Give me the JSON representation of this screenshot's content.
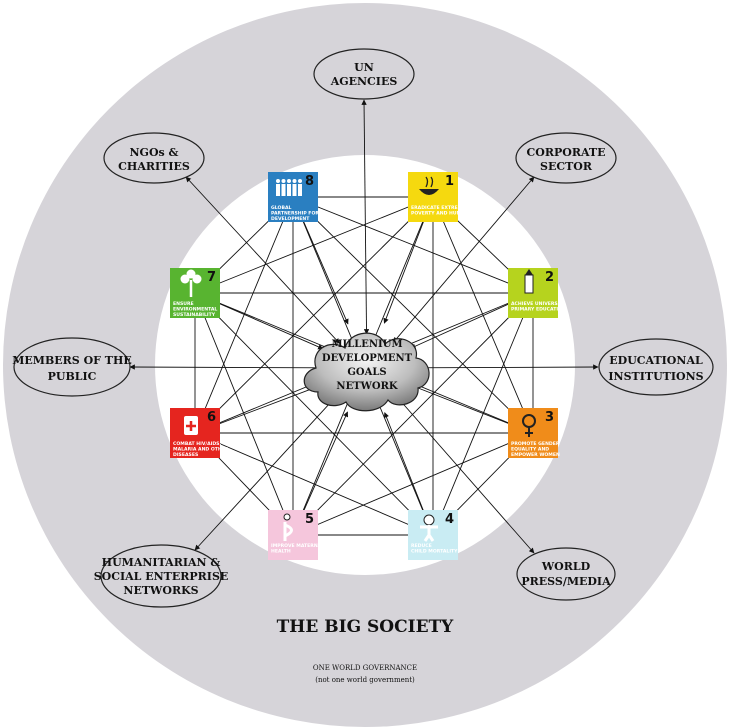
{
  "big_society": {
    "title": "THE BIG SOCIETY"
  },
  "governance": {
    "line1": "ONE WORLD GOVERNANCE",
    "line2": "(not one world government)"
  },
  "center": {
    "lines": [
      "MILLENIUM",
      "DEVELOPMENT",
      "GOALS",
      "NETWORK"
    ]
  },
  "stakeholders": [
    {
      "id": "un",
      "lines": [
        "UN",
        "AGENCIES"
      ]
    },
    {
      "id": "corporate",
      "lines": [
        "CORPORATE",
        "SECTOR"
      ]
    },
    {
      "id": "educational",
      "lines": [
        "EDUCATIONAL",
        "INSTITUTIONS"
      ]
    },
    {
      "id": "press",
      "lines": [
        "WORLD",
        "PRESS/MEDIA"
      ]
    },
    {
      "id": "humanitarian",
      "lines": [
        "HUMANITARIAN &",
        "SOCIAL ENTERPRISE",
        "NETWORKS"
      ]
    },
    {
      "id": "public",
      "lines": [
        "MEMBERS OF THE",
        "PUBLIC"
      ]
    },
    {
      "id": "ngos",
      "lines": [
        "NGOs &",
        "CHARITIES"
      ]
    }
  ],
  "goals": [
    {
      "number": "1",
      "title": [
        "ERADICATE EXTREME",
        "POVERTY AND HUNGER"
      ],
      "color": "#f5d90f",
      "icon": "bowl-icon"
    },
    {
      "number": "2",
      "title": [
        "ACHIEVE UNIVERSAL",
        "PRIMARY EDUCATION"
      ],
      "color": "#b6d31e",
      "icon": "pencil-icon"
    },
    {
      "number": "3",
      "title": [
        "PROMOTE GENDER",
        "EQUALITY AND",
        "EMPOWER WOMEN"
      ],
      "color": "#f08c1a",
      "icon": "female-symbol-icon"
    },
    {
      "number": "4",
      "title": [
        "REDUCE",
        "CHILD MORTALITY"
      ],
      "color": "#c9ecf3",
      "icon": "child-icon"
    },
    {
      "number": "5",
      "title": [
        "IMPROVE MATERNAL",
        "HEALTH"
      ],
      "color": "#f5c6dc",
      "icon": "pregnant-woman-icon"
    },
    {
      "number": "6",
      "title": [
        "COMBAT HIV/AIDS,",
        "MALARIA AND OTHER",
        "DISEASES"
      ],
      "color": "#e5251f",
      "icon": "medicine-icon"
    },
    {
      "number": "7",
      "title": [
        "ENSURE",
        "ENVIRONMENTAL",
        "SUSTAINABILITY"
      ],
      "color": "#58b430",
      "icon": "tree-icon"
    },
    {
      "number": "8",
      "title": [
        "GLOBAL",
        "PARTNERSHIP FOR",
        "DEVELOPMENT"
      ],
      "color": "#2a7fc1",
      "icon": "people-icon"
    }
  ]
}
